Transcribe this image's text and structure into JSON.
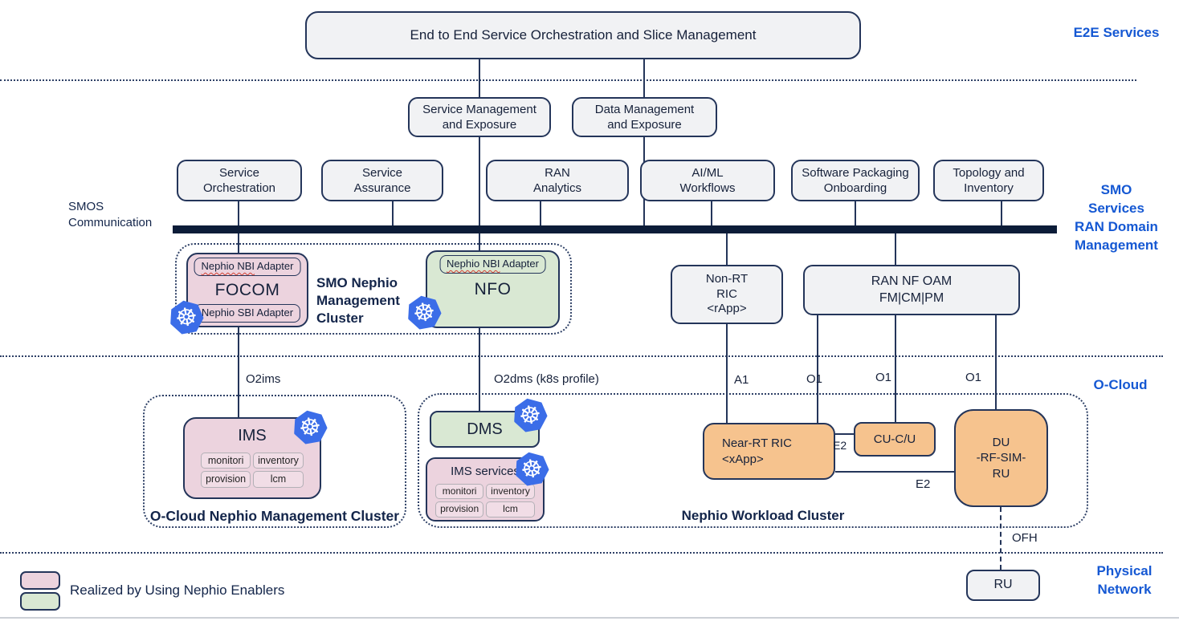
{
  "e2e_box": "End to End Service Orchestration and Slice Management",
  "side_labels": {
    "e2e": "E2E Services",
    "smo": "SMO\nServices\nRAN Domain\nManagement",
    "ocloud": "O-Cloud",
    "physical": "Physical\nNetwork"
  },
  "smos_communication": "SMOS\nCommunication",
  "exposure_row": {
    "service_mgmt": "Service Management\nand Exposure",
    "data_mgmt": "Data Management\nand Exposure"
  },
  "smo_services_row": {
    "service_orchestration": "Service\nOrchestration",
    "service_assurance": "Service\nAssurance",
    "ran_analytics": "RAN\nAnalytics",
    "aiml_workflows": "AI/ML\nWorkflows",
    "software_packaging": "Software Packaging\nOnboarding",
    "topology_inventory": "Topology and\nInventory"
  },
  "smo_cluster": {
    "label": "SMO Nephio\nManagement\nCluster",
    "focom": {
      "title": "FOCOM",
      "nbi_adapter_marked": "Nephio NBI",
      "nbi_adapter_rest": " Adapter",
      "sbi_adapter": "Nephio SBI Adapter"
    },
    "nfo": {
      "title": "NFO",
      "nbi_adapter_marked": "Nephio NBI",
      "nbi_adapter_rest": " Adapter"
    }
  },
  "ric_boxes": {
    "non_rt_ric": "Non-RT\nRIC\n<rApp>",
    "ran_nf_oam": "RAN NF OAM\nFM|CM|PM"
  },
  "interfaces": {
    "o2ims": "O2ims",
    "o2dms": "O2dms (k8s profile)",
    "a1": "A1",
    "o1_near_rt": "O1",
    "o1_cu": "O1",
    "o1_du": "O1",
    "e2_cu": "E2",
    "e2_du": "E2",
    "ofh": "OFH"
  },
  "ocloud_cluster": {
    "label": "O-Cloud Nephio Management Cluster",
    "ims": {
      "title": "IMS",
      "services": [
        "monitori",
        "inventory",
        "provision",
        "lcm"
      ]
    }
  },
  "workload_cluster": {
    "label": "Nephio Workload Cluster",
    "dms": {
      "title": "DMS"
    },
    "ims_services": {
      "title": "IMS services",
      "services": [
        "monitori",
        "inventory",
        "provision",
        "lcm"
      ]
    },
    "near_rt_ric": "Near-RT RIC\n<xApp>",
    "cu_cu": "CU-C/U",
    "du": "DU\n-RF-SIM-\nRU"
  },
  "physical": {
    "ru": "RU"
  },
  "legend": {
    "label": "Realized by Using Nephio Enablers"
  },
  "icons": {
    "kubernetes": "k8s-wheel-icon"
  },
  "colors": {
    "navy_line": "#24355a",
    "bus_bar": "#0c1c38",
    "nephio_pink": "#ecd3de",
    "nephio_green": "#d9e8d3",
    "ran_orange": "#f6c38e",
    "gray_box": "#f1f2f4",
    "layer_label_blue": "#1558d3",
    "kubernetes_blue": "#3b6de8"
  }
}
